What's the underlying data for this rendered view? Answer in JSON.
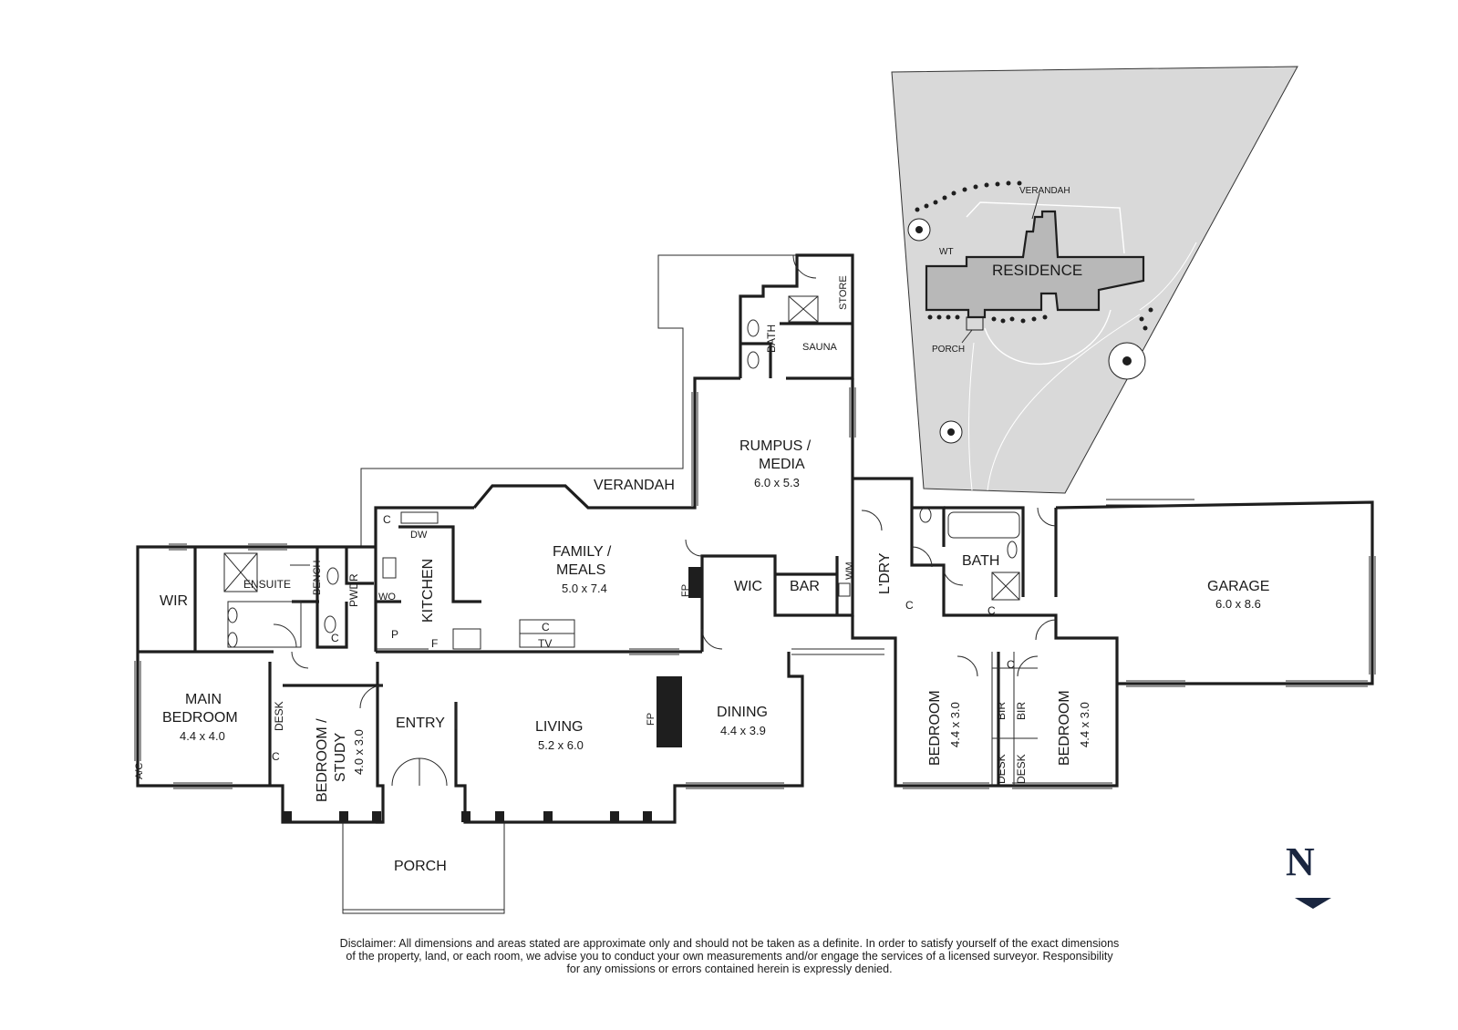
{
  "rooms": {
    "wir": "WIR",
    "ensuite": "ENSUITE",
    "bench": "BENCH",
    "pwdr": "PWDR",
    "wo": "WO",
    "c": "C",
    "p": "P",
    "f": "F",
    "dw": "DW",
    "kitchen": "KITCHEN",
    "tv": "TV",
    "family_title_1": "FAMILY /",
    "family_title_2": "MEALS",
    "family_dim": "5.0 x 7.4",
    "verandah": "VERANDAH",
    "rumpus_title_1": "RUMPUS /",
    "rumpus_title_2": "MEDIA",
    "rumpus_dim": "6.0 x 5.3",
    "bath_upper": "BATH",
    "sauna": "SAUNA",
    "store": "STORE",
    "fp": "FP",
    "wic": "WIC",
    "bar": "BAR",
    "wm": "WM",
    "ldry": "L'DRY",
    "bath": "BATH",
    "garage_title": "GARAGE",
    "garage_dim": "6.0 x 8.6",
    "main_bed_title_1": "MAIN",
    "main_bed_title_2": "BEDROOM",
    "main_bed_dim": "4.4 x 4.0",
    "ac": "A/C",
    "desk": "DESK",
    "study_title_1": "BEDROOM /",
    "study_title_2": "STUDY",
    "study_dim": "4.0 x 3.0",
    "entry": "ENTRY",
    "living_title": "LIVING",
    "living_dim": "5.2 x 6.0",
    "dining_title": "DINING",
    "dining_dim": "4.4 x 3.9",
    "bedroom": "BEDROOM",
    "bedroom_dim": "4.4 x 3.0",
    "bir": "BIR",
    "porch": "PORCH"
  },
  "site": {
    "verandah": "VERANDAH",
    "wt": "WT",
    "residence": "RESIDENCE",
    "porch": "PORCH"
  },
  "north": "N",
  "disclaimer": [
    "Disclaimer: All dimensions and areas stated are approximate only and should not be taken as a definite. In order to satisfy yourself of the exact dimensions",
    "of the property, land, or each room, we advise you to conduct your own measurements and/or engage the services of a licensed surveyor. Responsibility",
    "for any omissions or errors contained herein is expressly denied."
  ],
  "colors": {
    "wall": "#1e1e1e",
    "site_fill": "#d9d9d9",
    "residence_fill": "#b8b8b8",
    "north": "#1a2640"
  }
}
